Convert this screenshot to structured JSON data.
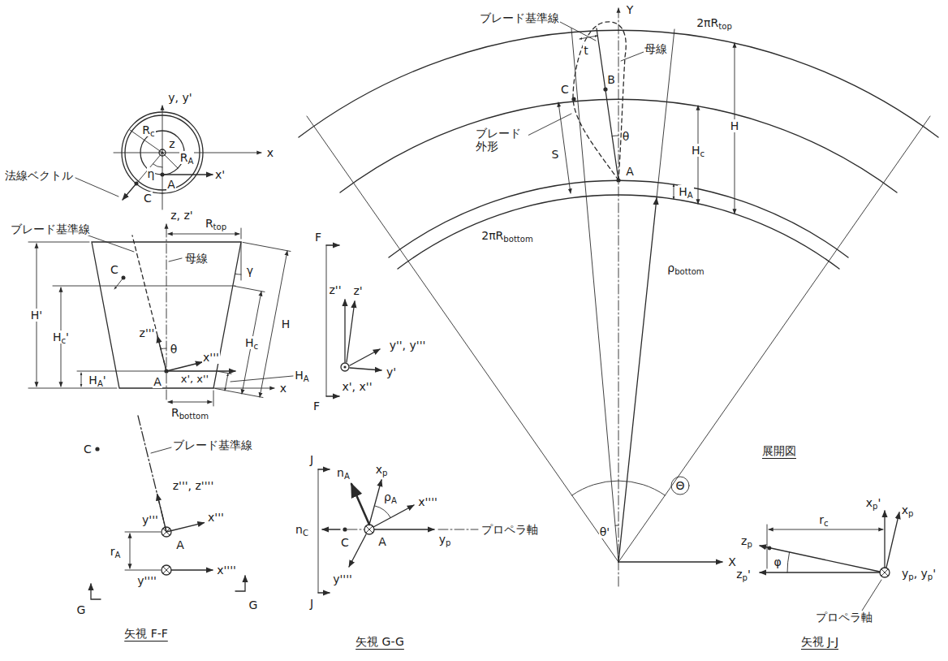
{
  "diagram": {
    "labels": [
      "y, y'",
      "x",
      "Rc",
      "z",
      "RA",
      "x'",
      "法線ベクトル",
      "C",
      "η",
      "A",
      "ブレード基準線",
      "z, z'",
      "Rtop",
      "母線",
      "C",
      "H'",
      "Hc'",
      "γ",
      "Hc",
      "H",
      "z'''",
      "θ",
      "x'''",
      "HA'",
      "A",
      "x', x''",
      "HA",
      "x",
      "Rbottom",
      "F",
      "z''",
      "z'",
      "y'', y'''",
      "y'",
      "x', x''",
      "F",
      "C",
      "ブレード基準線",
      "z''', z''''",
      "y'''",
      "x'''",
      "A",
      "rA",
      "y''''",
      "x''''",
      "G",
      "G",
      "矢視 F-F",
      "J",
      "xp",
      "nA",
      "ρA",
      "x''''",
      "A",
      "yp",
      "nC",
      "C",
      "y''''",
      "プロペラ軸",
      "J",
      "矢視 G-G",
      "ブレード基準線",
      "Y",
      "母線",
      "2πRtop",
      "t",
      "B",
      "C",
      "θ",
      "ブレード 外形",
      "S",
      "H",
      "Hc",
      "A",
      "HA",
      "2πRbottom",
      "ρbottom",
      "θ'",
      "Θ",
      "X",
      "展開図",
      "zp",
      "rc",
      "xp'",
      "xp",
      "φ",
      "yp, yp'",
      "zp'",
      "プロペラ軸",
      "矢視 J-J"
    ]
  }
}
